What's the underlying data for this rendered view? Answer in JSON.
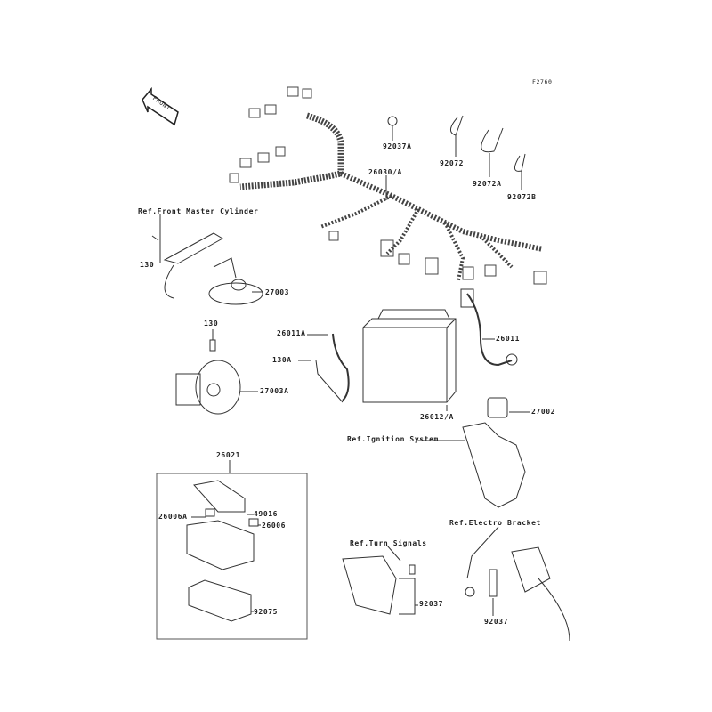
{
  "figure_code": "F2760",
  "front_arrow": "FRONT",
  "labels": {
    "p92037A": "92037A",
    "p92072": "92072",
    "p92072A": "92072A",
    "p92072B": "92072B",
    "p26030A": "26030/A",
    "ref_front_master": "Ref.Front Master Cylinder",
    "p130_top": "130",
    "p27003": "27003",
    "p130_horn": "130",
    "p26011A": "26011A",
    "p130A": "130A",
    "p27003A": "27003A",
    "p26011": "26011",
    "p26012A": "26012/A",
    "p27002": "27002",
    "ref_ignition": "Ref.Ignition System",
    "p26021": "26021",
    "p49016": "49016",
    "p26006A": "26006A",
    "p26006": "26006",
    "p92075": "92075",
    "ref_turn": "Ref.Turn Signals",
    "p92037_turn": "92037",
    "ref_electro": "Ref.Electro Bracket",
    "p92037_electro": "92037"
  }
}
